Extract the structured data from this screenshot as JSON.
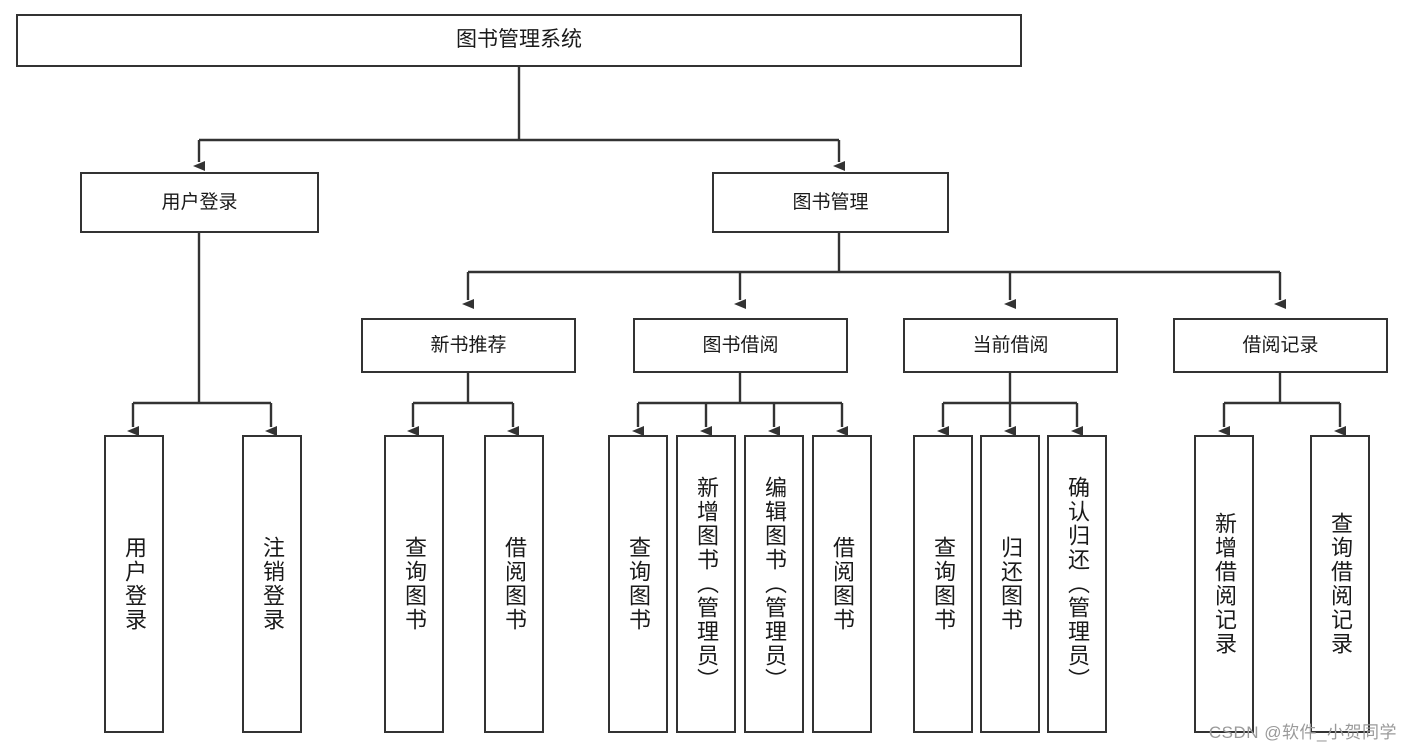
{
  "diagram": {
    "title": "图书管理系统",
    "type": "hierarchy-tree",
    "root": {
      "label": "图书管理系统"
    },
    "level2": [
      {
        "label": "用户登录"
      },
      {
        "label": "图书管理"
      }
    ],
    "level3": [
      {
        "label": "新书推荐"
      },
      {
        "label": "图书借阅"
      },
      {
        "label": "当前借阅"
      },
      {
        "label": "借阅记录"
      }
    ],
    "leaves": {
      "user_login": [
        {
          "label": "用户登录"
        },
        {
          "label": "注销登录"
        }
      ],
      "new_book_recommend": [
        {
          "label": "查询图书"
        },
        {
          "label": "借阅图书"
        }
      ],
      "book_borrow": [
        {
          "label": "查询图书"
        },
        {
          "label": "新增图书（管理员）"
        },
        {
          "label": "编辑图书（管理员）"
        },
        {
          "label": "借阅图书"
        }
      ],
      "current_borrow": [
        {
          "label": "查询图书"
        },
        {
          "label": "归还图书"
        },
        {
          "label": "确认归还（管理员）"
        }
      ],
      "borrow_record": [
        {
          "label": "新增借阅记录"
        },
        {
          "label": "查询借阅记录"
        }
      ]
    }
  },
  "watermark": {
    "text": "CSDN @软件_小贺同学"
  },
  "colors": {
    "stroke": "#333333",
    "fill": "#ffffff",
    "text": "#1a1a1a",
    "watermark": "#9a9a9a"
  }
}
